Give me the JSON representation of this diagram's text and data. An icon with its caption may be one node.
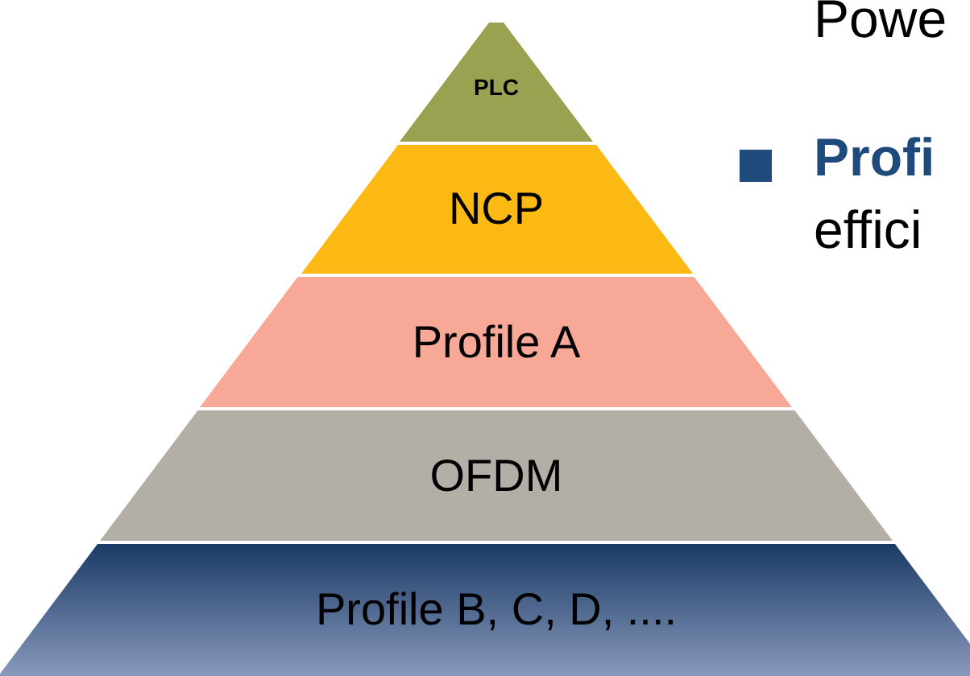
{
  "diagram": {
    "nodes": [
      {
        "text": [
          "PLC"
        ]
      },
      {
        "text": [
          "NCP"
        ]
      },
      {
        "text": [
          "Profile A"
        ]
      },
      {
        "text": [
          "OFDM"
        ]
      },
      {
        "text": [
          "Profile B, C, D, ...."
        ]
      }
    ],
    "labels": [
      "Powe",
      "Profi",
      "effici"
    ]
  }
}
